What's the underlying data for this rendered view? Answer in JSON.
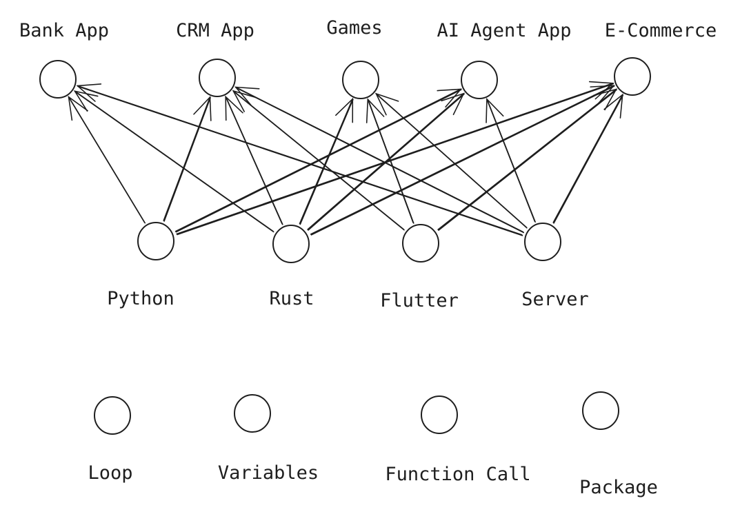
{
  "colors": {
    "stroke": "#1e1e1e",
    "background": "#ffffff"
  },
  "apps": [
    {
      "id": "bank",
      "label": "Bank App"
    },
    {
      "id": "crm",
      "label": "CRM App"
    },
    {
      "id": "games",
      "label": "Games"
    },
    {
      "id": "ai",
      "label": "AI Agent App"
    },
    {
      "id": "ecom",
      "label": "E-Commerce"
    }
  ],
  "technologies": [
    {
      "id": "python",
      "label": "Python"
    },
    {
      "id": "rust",
      "label": "Rust"
    },
    {
      "id": "flutter",
      "label": "Flutter"
    },
    {
      "id": "server",
      "label": "Server"
    }
  ],
  "concepts": [
    {
      "id": "loop",
      "label": "Loop"
    },
    {
      "id": "variables",
      "label": "Variables"
    },
    {
      "id": "function",
      "label": "Function Call"
    },
    {
      "id": "package",
      "label": "Package"
    }
  ],
  "edges": [
    {
      "from": "python",
      "to": "bank"
    },
    {
      "from": "python",
      "to": "crm"
    },
    {
      "from": "python",
      "to": "ai"
    },
    {
      "from": "python",
      "to": "ecom"
    },
    {
      "from": "rust",
      "to": "bank"
    },
    {
      "from": "rust",
      "to": "crm"
    },
    {
      "from": "rust",
      "to": "games"
    },
    {
      "from": "rust",
      "to": "ai"
    },
    {
      "from": "rust",
      "to": "ecom"
    },
    {
      "from": "flutter",
      "to": "crm"
    },
    {
      "from": "flutter",
      "to": "games"
    },
    {
      "from": "flutter",
      "to": "ecom"
    },
    {
      "from": "server",
      "to": "bank"
    },
    {
      "from": "server",
      "to": "crm"
    },
    {
      "from": "server",
      "to": "games"
    },
    {
      "from": "server",
      "to": "ai"
    },
    {
      "from": "server",
      "to": "ecom"
    }
  ]
}
